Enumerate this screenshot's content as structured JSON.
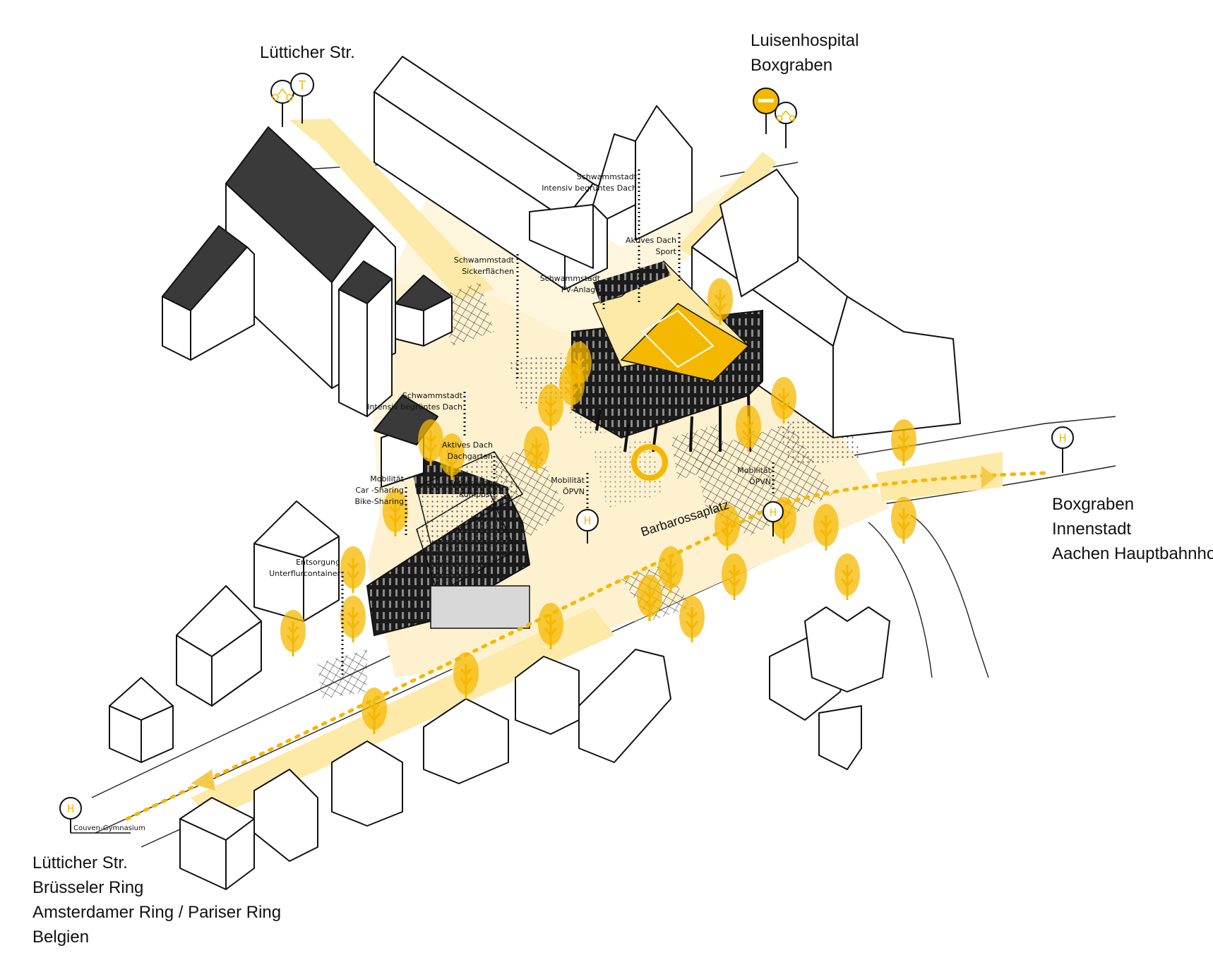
{
  "colors": {
    "accent": "#f5b800",
    "accent_light": "#fde9a8",
    "plaza": "#fdf1cf",
    "building_dark": "#2a2a2a",
    "line": "#111111"
  },
  "destinations": {
    "north_west": {
      "lines": [
        "Lütticher Str."
      ]
    },
    "north_east": {
      "lines": [
        "Luisenhospital",
        "Boxgraben"
      ]
    },
    "east": {
      "lines": [
        "Boxgraben",
        "Innenstadt",
        "Aachen Hauptbahnhof"
      ]
    },
    "south_west": {
      "lines": [
        "Lütticher Str.",
        "Brüsseler Ring",
        "Amsterdamer Ring / Pariser Ring",
        "Belgien"
      ]
    }
  },
  "plaza_name": "Barbarossaplatz",
  "bus_stop_symbol": "H",
  "bus_stop_couven": "Couven-Gymnasium",
  "tram_symbol": "T",
  "labels": [
    {
      "id": "schwammstadt-dach-ne",
      "lines": [
        "Schwammstadt",
        "Intensiv begrüntes Dach"
      ]
    },
    {
      "id": "aktives-dach-sport",
      "lines": [
        "Aktives Dach",
        "Sport"
      ]
    },
    {
      "id": "schwammstadt-pv",
      "lines": [
        "Schwammstadt",
        "PV-Anlage"
      ]
    },
    {
      "id": "schwammstadt-sicker",
      "lines": [
        "Schwammstadt",
        "Sickerflächen"
      ]
    },
    {
      "id": "schwammstadt-dach-w",
      "lines": [
        "Schwammstadt",
        "Intensiv begrüntes Dach"
      ]
    },
    {
      "id": "aktives-dach-garten",
      "lines": [
        "Aktives Dach",
        "Dachgarten"
      ]
    },
    {
      "id": "entsorgung-kompost",
      "lines": [
        "Entsorgung",
        "Kompost"
      ]
    },
    {
      "id": "mobilitaet-sharing",
      "lines": [
        "Mobilität",
        "Car -Sharing",
        "Bike-Sharing"
      ]
    },
    {
      "id": "mobilitaet-oepvn-1",
      "lines": [
        "Mobilität",
        "ÖPVN"
      ]
    },
    {
      "id": "mobilitaet-oepvn-2",
      "lines": [
        "Mobilität",
        "ÖPVN"
      ]
    },
    {
      "id": "entsorgung-unterflur",
      "lines": [
        "Entsorgung",
        "Unterflurcontainer"
      ]
    }
  ],
  "icons": [
    "bike-sharing-sign-icon",
    "tram-stop-icon",
    "no-entry-sign-icon",
    "bus-stop-icon",
    "tree-icon"
  ]
}
